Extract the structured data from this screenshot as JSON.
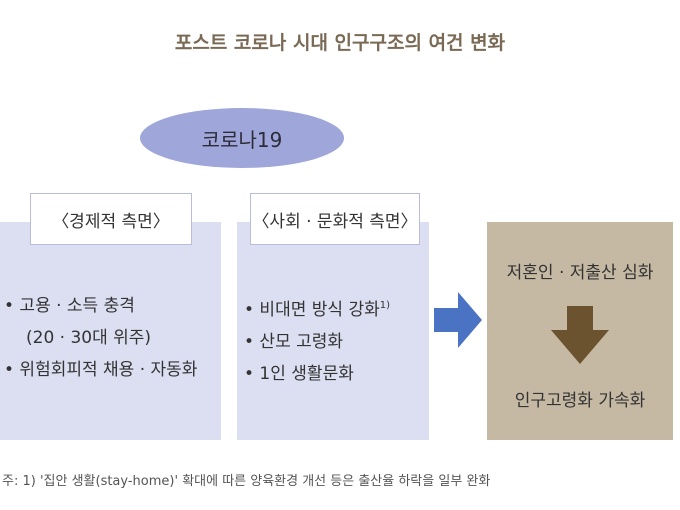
{
  "title": "포스트 코로나 시대 인구구조의 여건 변화",
  "center_node": "코로나19",
  "economic": {
    "header": "〈경제적 측면〉",
    "items": [
      {
        "text": "• 고용 · 소득 충격"
      },
      {
        "text": "(20 · 30대 위주)"
      },
      {
        "text": "• 위험회피적 채용 · 자동화"
      }
    ]
  },
  "social": {
    "header": "〈사회 · 문화적 측면〉",
    "items": [
      {
        "text": "• 비대면 방식 강화",
        "sup": "1)"
      },
      {
        "text": "• 산모 고령화"
      },
      {
        "text": "• 1인 생활문화"
      }
    ]
  },
  "result": {
    "top": "저혼인 · 저출산 심화",
    "bottom": "인구고령화 가속화"
  },
  "colors": {
    "ellipse": "#9fa6d9",
    "panel": "#dcdff2",
    "result_box": "#c6b9a4",
    "arrow_blue": "#4a73c4",
    "arrow_brown": "#6b5330",
    "title": "#7a6a55"
  },
  "footnote": "주: 1) '집안 생활(stay-home)' 확대에 따른 양육환경 개선 등은 출산율 하락을 일부 완화"
}
